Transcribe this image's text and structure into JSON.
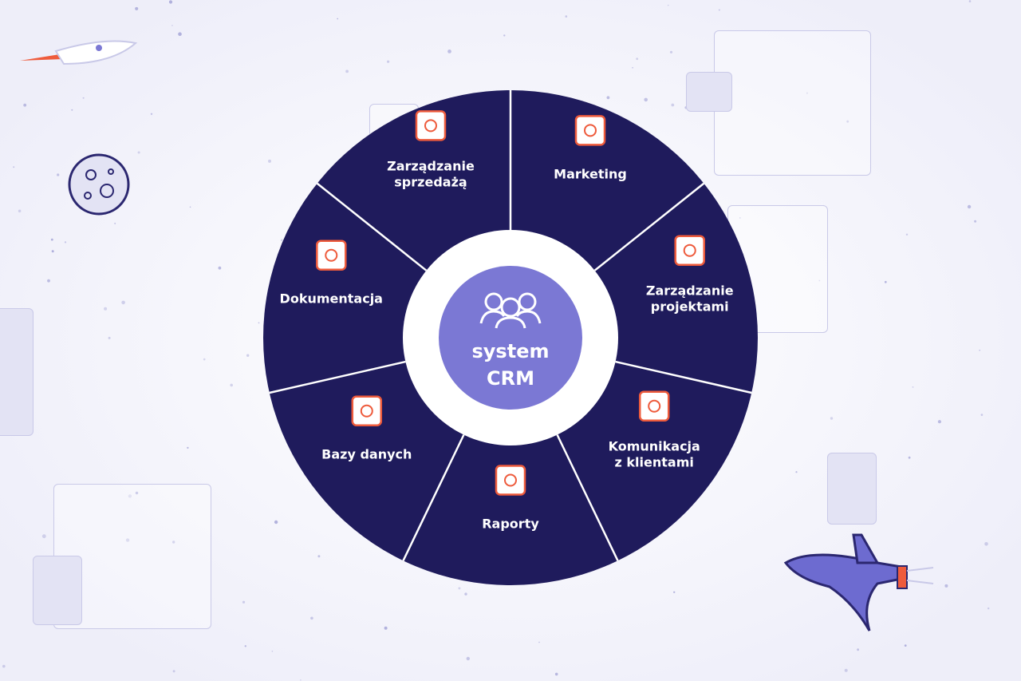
{
  "center": {
    "line1": "system",
    "line2": "CRM",
    "icon": "people-group-icon"
  },
  "segments": [
    {
      "lines": [
        "Zarządzanie",
        "sprzedażą"
      ],
      "icon": "piggy-bank-icon"
    },
    {
      "lines": [
        "Marketing"
      ],
      "icon": "chat-check-icon"
    },
    {
      "lines": [
        "Zarządzanie",
        "projektami"
      ],
      "icon": "team-network-icon"
    },
    {
      "lines": [
        "Komunikacja",
        "z klientami"
      ],
      "icon": "chat-bubbles-icon"
    },
    {
      "lines": [
        "Raporty"
      ],
      "icon": "checklist-document-icon"
    },
    {
      "lines": [
        "Bazy danych"
      ],
      "icon": "network-mesh-icon"
    },
    {
      "lines": [
        "Dokumentacja"
      ],
      "icon": "documents-icon"
    }
  ],
  "colors": {
    "wheel": "#1f1b5c",
    "center": "#7b78d4",
    "accent": "#ee5b3c",
    "divider": "#ffffff"
  },
  "decor": [
    "rocket-icon",
    "moon-icon",
    "space-shuttle-icon"
  ]
}
